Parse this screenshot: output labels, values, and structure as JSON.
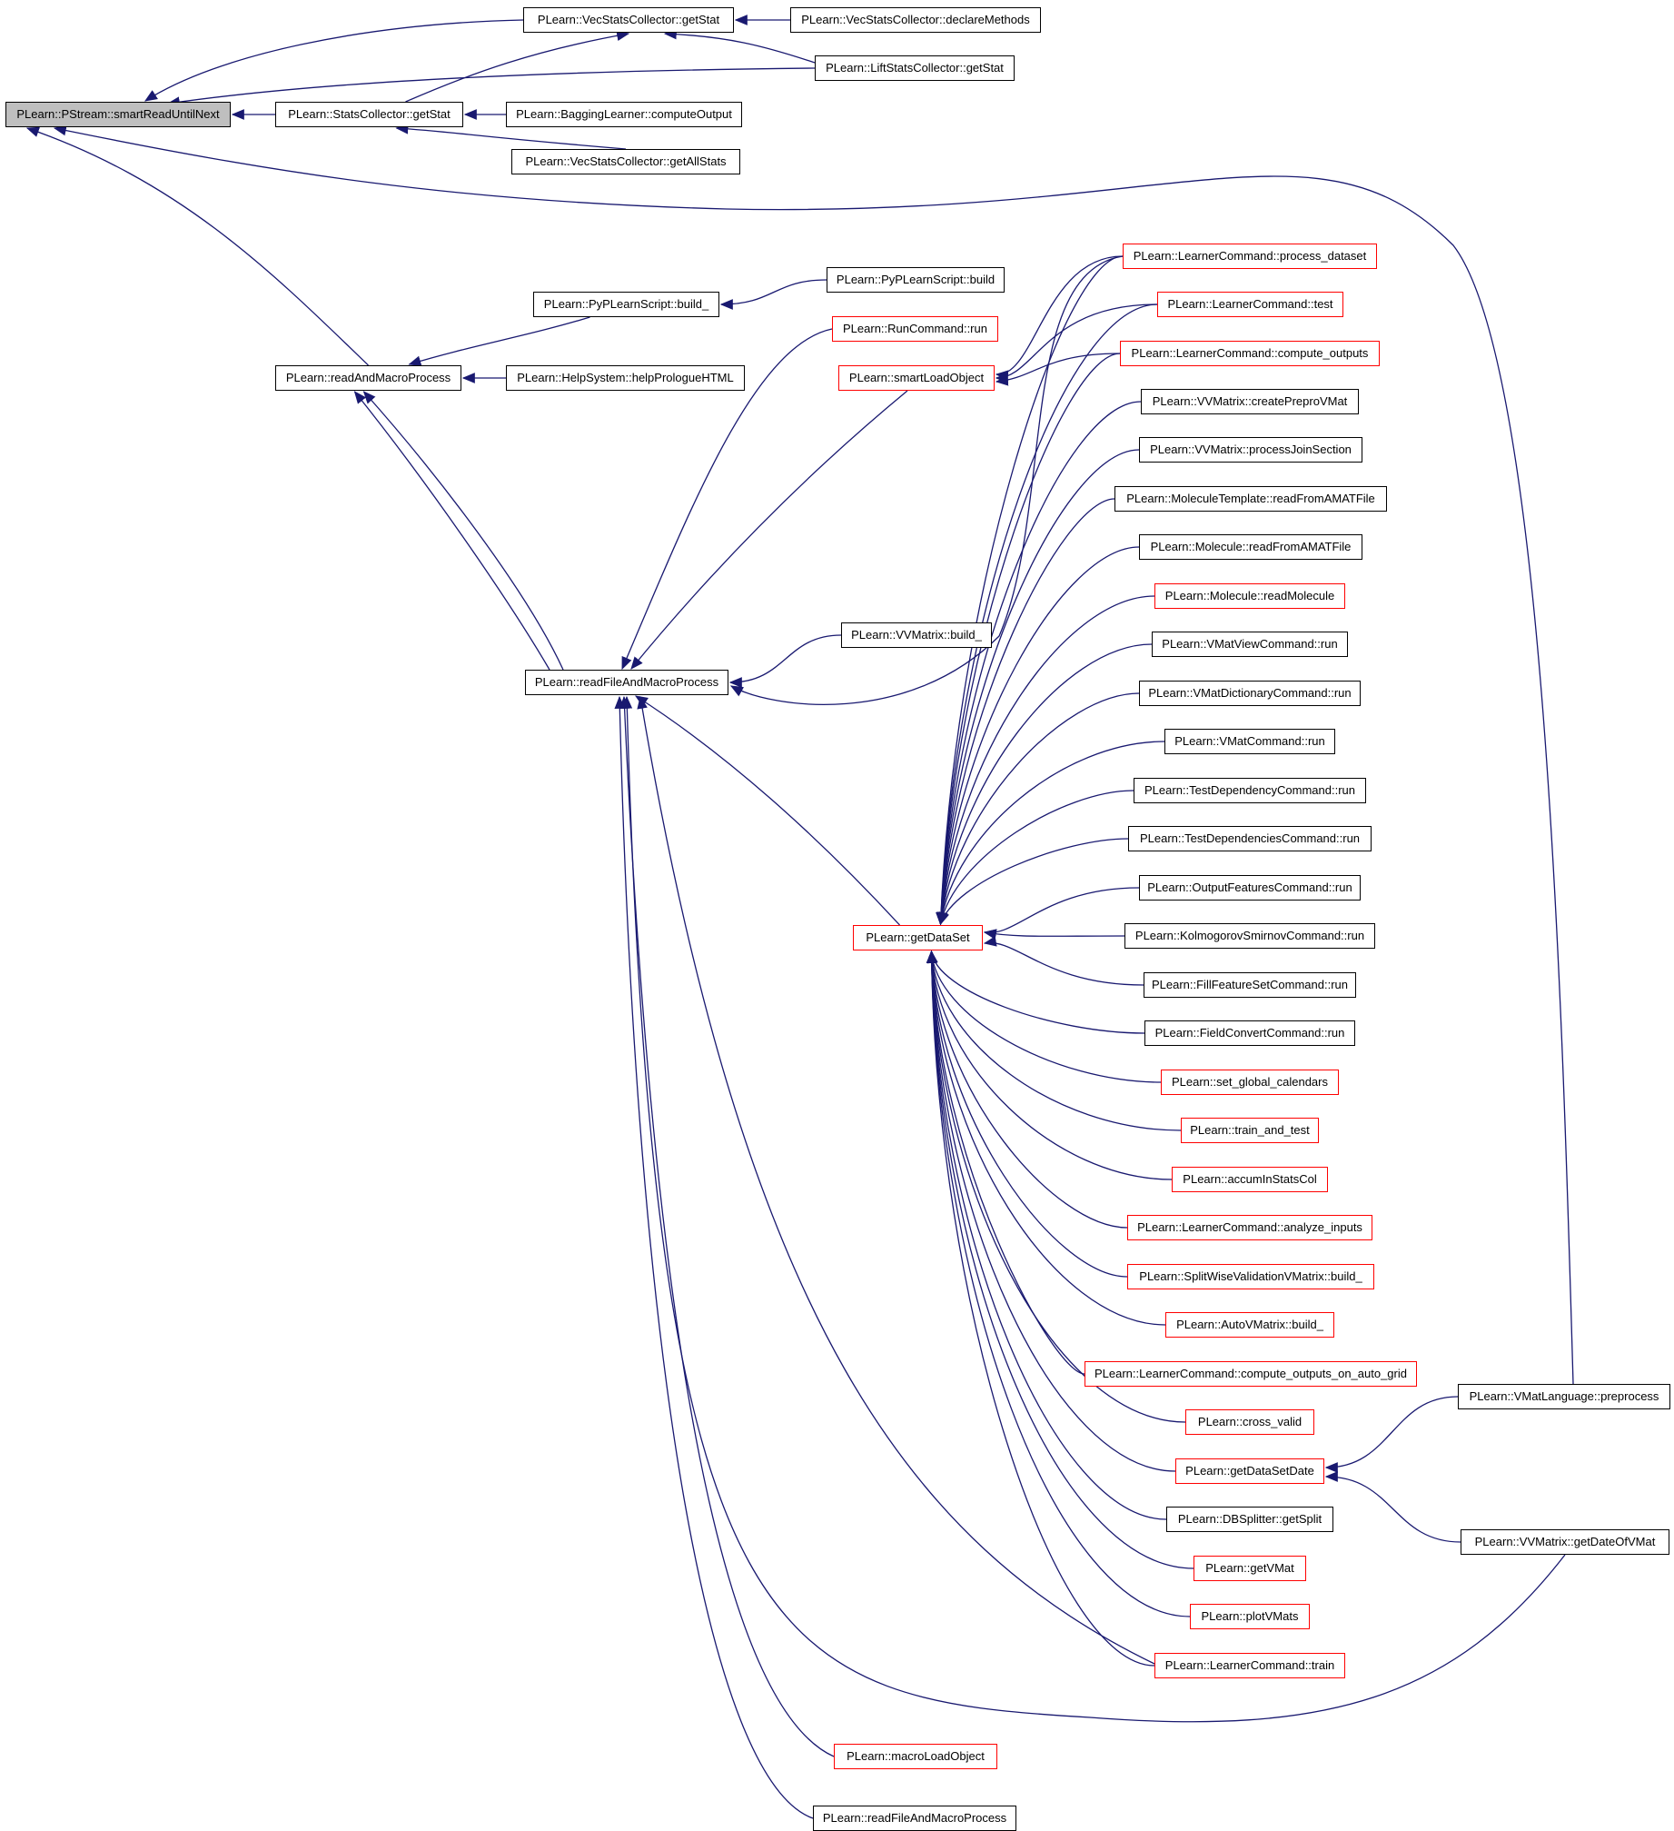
{
  "colors": {
    "edge": "#191970",
    "normal_border": "#000000",
    "red_border": "#ff0000",
    "root_fill": "#bfbfbf"
  },
  "nodes": [
    {
      "id": "root",
      "label": "PLearn::PStream::smartReadUntilNext",
      "style": "root"
    },
    {
      "id": "vsc_getstat",
      "label": "PLearn::VecStatsCollector::getStat",
      "style": "normal"
    },
    {
      "id": "vsc_declare",
      "label": "PLearn::VecStatsCollector::declareMethods",
      "style": "normal"
    },
    {
      "id": "lift_getstat",
      "label": "PLearn::LiftStatsCollector::getStat",
      "style": "normal"
    },
    {
      "id": "sc_getstat",
      "label": "PLearn::StatsCollector::getStat",
      "style": "normal"
    },
    {
      "id": "bagging",
      "label": "PLearn::BaggingLearner::computeOutput",
      "style": "normal"
    },
    {
      "id": "vsc_allstats",
      "label": "PLearn::VecStatsCollector::getAllStats",
      "style": "normal"
    },
    {
      "id": "pyscript_build_",
      "label": "PLearn::PyPLearnScript::build_",
      "style": "normal"
    },
    {
      "id": "pyscript_build",
      "label": "PLearn::PyPLearnScript::build",
      "style": "normal"
    },
    {
      "id": "readmacro",
      "label": "PLearn::readAndMacroProcess",
      "style": "normal"
    },
    {
      "id": "helpprologue",
      "label": "PLearn::HelpSystem::helpPrologueHTML",
      "style": "normal"
    },
    {
      "id": "runcmd",
      "label": "PLearn::RunCommand::run",
      "style": "red"
    },
    {
      "id": "smartload",
      "label": "PLearn::smartLoadObject",
      "style": "red"
    },
    {
      "id": "vvm_build_",
      "label": "PLearn::VVMatrix::build_",
      "style": "normal"
    },
    {
      "id": "readfile",
      "label": "PLearn::readFileAndMacroProcess",
      "style": "normal"
    },
    {
      "id": "getdataset",
      "label": "PLearn::getDataSet",
      "style": "red"
    },
    {
      "id": "lc_process",
      "label": "PLearn::LearnerCommand::process_dataset",
      "style": "red"
    },
    {
      "id": "lc_test",
      "label": "PLearn::LearnerCommand::test",
      "style": "red"
    },
    {
      "id": "lc_compute",
      "label": "PLearn::LearnerCommand::compute_outputs",
      "style": "red"
    },
    {
      "id": "vvm_prepro",
      "label": "PLearn::VVMatrix::createPreproVMat",
      "style": "normal"
    },
    {
      "id": "vvm_join",
      "label": "PLearn::VVMatrix::processJoinSection",
      "style": "normal"
    },
    {
      "id": "moltemplate",
      "label": "PLearn::MoleculeTemplate::readFromAMATFile",
      "style": "normal"
    },
    {
      "id": "mol_amat",
      "label": "PLearn::Molecule::readFromAMATFile",
      "style": "normal"
    },
    {
      "id": "mol_read",
      "label": "PLearn::Molecule::readMolecule",
      "style": "red"
    },
    {
      "id": "vmatview",
      "label": "PLearn::VMatViewCommand::run",
      "style": "normal"
    },
    {
      "id": "vmatdict",
      "label": "PLearn::VMatDictionaryCommand::run",
      "style": "normal"
    },
    {
      "id": "vmatcmd",
      "label": "PLearn::VMatCommand::run",
      "style": "normal"
    },
    {
      "id": "testdep",
      "label": "PLearn::TestDependencyCommand::run",
      "style": "normal"
    },
    {
      "id": "testdeps",
      "label": "PLearn::TestDependenciesCommand::run",
      "style": "normal"
    },
    {
      "id": "outfeat",
      "label": "PLearn::OutputFeaturesCommand::run",
      "style": "normal"
    },
    {
      "id": "kolmo",
      "label": "PLearn::KolmogorovSmirnovCommand::run",
      "style": "normal"
    },
    {
      "id": "fillfeat",
      "label": "PLearn::FillFeatureSetCommand::run",
      "style": "normal"
    },
    {
      "id": "fieldconv",
      "label": "PLearn::FieldConvertCommand::run",
      "style": "normal"
    },
    {
      "id": "setcal",
      "label": "PLearn::set_global_calendars",
      "style": "red"
    },
    {
      "id": "trainandtest",
      "label": "PLearn::train_and_test",
      "style": "red"
    },
    {
      "id": "accum",
      "label": "PLearn::accumInStatsCol",
      "style": "red"
    },
    {
      "id": "lc_analyze",
      "label": "PLearn::LearnerCommand::analyze_inputs",
      "style": "red"
    },
    {
      "id": "splitwise",
      "label": "PLearn::SplitWiseValidationVMatrix::build_",
      "style": "red"
    },
    {
      "id": "autovm",
      "label": "PLearn::AutoVMatrix::build_",
      "style": "red"
    },
    {
      "id": "lc_autogrid",
      "label": "PLearn::LearnerCommand::compute_outputs_on_auto_grid",
      "style": "red"
    },
    {
      "id": "crossvalid",
      "label": "PLearn::cross_valid",
      "style": "red"
    },
    {
      "id": "getdsdate",
      "label": "PLearn::getDataSetDate",
      "style": "red"
    },
    {
      "id": "dbsplit",
      "label": "PLearn::DBSplitter::getSplit",
      "style": "normal"
    },
    {
      "id": "getvmat",
      "label": "PLearn::getVMat",
      "style": "red"
    },
    {
      "id": "plotvmats",
      "label": "PLearn::plotVMats",
      "style": "red"
    },
    {
      "id": "lc_train",
      "label": "PLearn::LearnerCommand::train",
      "style": "red"
    },
    {
      "id": "macroload",
      "label": "PLearn::macroLoadObject",
      "style": "red"
    },
    {
      "id": "readfile2",
      "label": "PLearn::readFileAndMacroProcess",
      "style": "normal"
    },
    {
      "id": "vmatlang",
      "label": "PLearn::VMatLanguage::preprocess",
      "style": "normal"
    },
    {
      "id": "vvm_date",
      "label": "PLearn::VVMatrix::getDateOfVMat",
      "style": "normal"
    }
  ]
}
